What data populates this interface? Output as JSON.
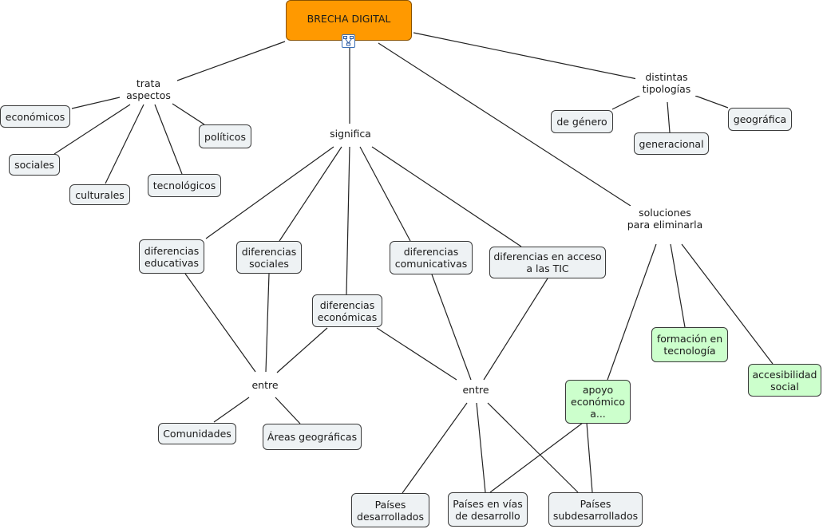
{
  "diagram": {
    "root": "BRECHA DIGITAL",
    "root_color": "#ff9900",
    "concept_color": "#eef2f4",
    "solution_color": "#ccffcc",
    "link_icon": "concept-map-link-icon",
    "phrases": {
      "trata_aspectos": "trata\naspectos",
      "distintas_tipologias": "distintas\ntipologías",
      "significa": "significa",
      "soluciones": "soluciones\npara eliminarla",
      "entre_1": "entre",
      "entre_2": "entre"
    },
    "concepts": {
      "economicos": "económicos",
      "sociales": "sociales",
      "culturales": "culturales",
      "tecnologicos": "tecnológicos",
      "politicos": "políticos",
      "de_genero": "de género",
      "generacional": "generacional",
      "geografica": "geográfica",
      "dif_educativas": "diferencias\neducativas",
      "dif_sociales": "diferencias\nsociales",
      "dif_economicas": "diferencias\neconómicas",
      "dif_comunicativas": "diferencias\ncomunicativas",
      "dif_acceso_tic": "diferencias en acceso\na las TIC",
      "comunidades": "Comunidades",
      "areas_geograficas": "Áreas geográficas",
      "paises_desarrollados": "Países\ndesarrollados",
      "paises_en_vias": "Países en vías\nde desarrollo",
      "paises_subdesarrollados": "Países\nsubdesarrollados",
      "formacion_tecnologia": "formación en\ntecnología",
      "apoyo_economico": "apoyo\neconómico\na...",
      "accesibilidad_social": "accesibilidad\nsocial"
    }
  }
}
